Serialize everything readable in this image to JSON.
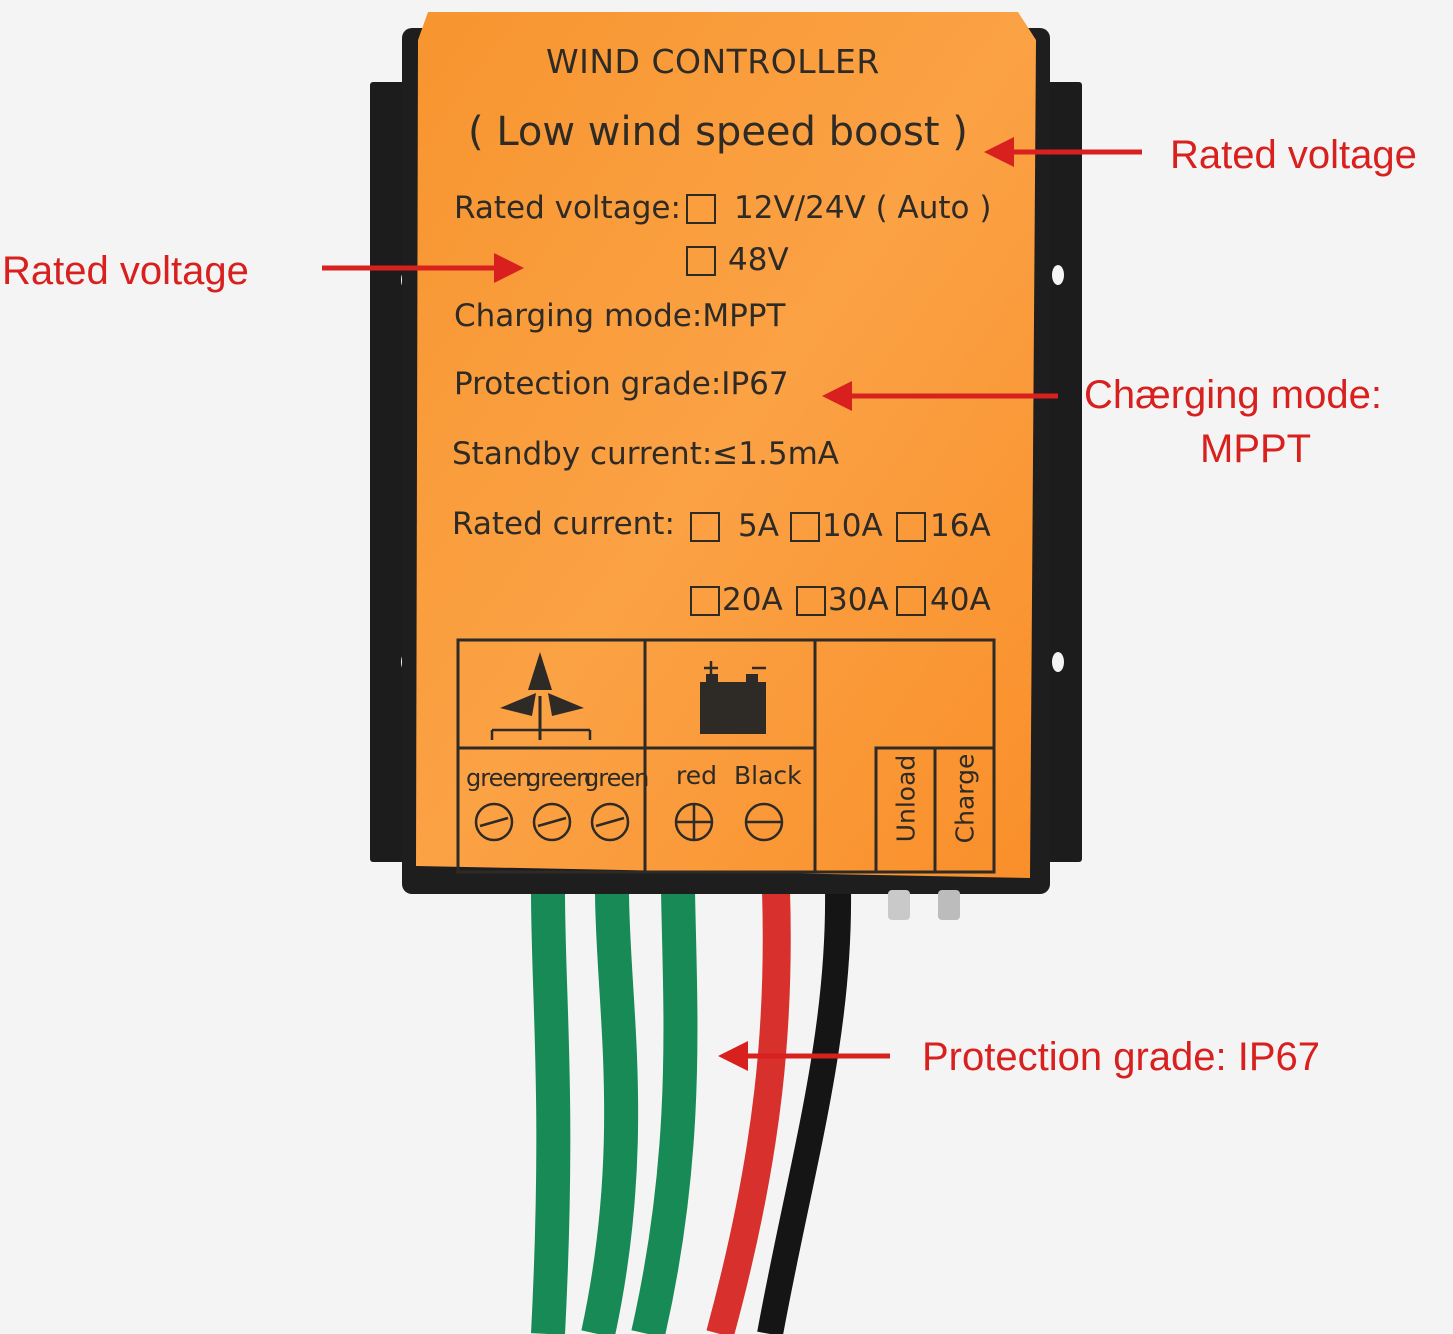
{
  "label": {
    "title": "WIND CONTROLLER",
    "subtitle": "( Low wind speed boost )",
    "rated_voltage_label": "Rated voltage:",
    "voltage_option_1": "12V/24V ( Auto )",
    "voltage_option_2": "48V",
    "charging_mode": "Charging mode:MPPT",
    "protection_grade": "Protection grade:IP67",
    "standby_current": "Standby current:≤1.5mA",
    "rated_current_label": "Rated current:",
    "current_options": [
      "5A",
      "10A",
      "16A",
      "20A",
      "30A",
      "40A"
    ],
    "wire_labels": {
      "green": "green",
      "red": "red",
      "black": "Black"
    },
    "indicator_labels": {
      "unload": "Unload",
      "charge": "Charge"
    }
  },
  "callouts": {
    "top_right": "Rated voltage",
    "left": "Rated voltage",
    "mid_right_line1": "Chærging mode:",
    "mid_right_line2": "MPPT",
    "bottom": "Protection grade: IP67"
  },
  "colors": {
    "label_orange": "#f99a3a",
    "case_black": "#1e1e1e",
    "wire_green": "#178a55",
    "wire_red": "#d8302c",
    "wire_black": "#151515",
    "callout_red": "#d8201f"
  }
}
